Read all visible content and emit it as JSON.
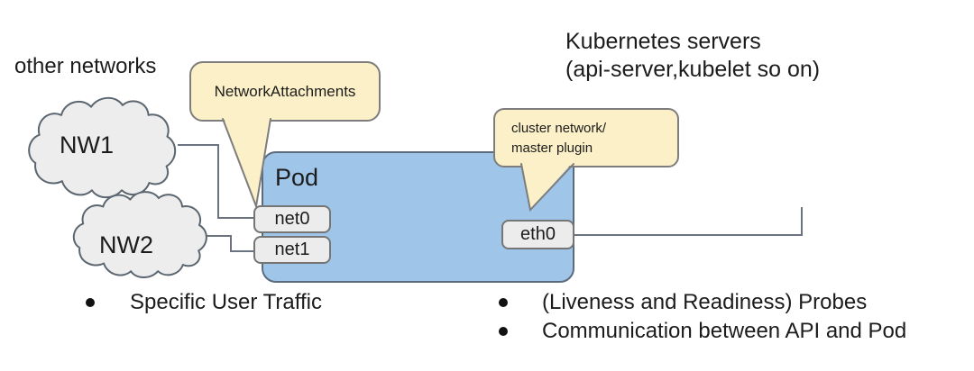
{
  "header": {
    "other_networks": "other networks",
    "kubernetes_servers": [
      "Kubernetes servers",
      "(api-server,kubelet so on)"
    ]
  },
  "clouds": [
    {
      "label": "NW1"
    },
    {
      "label": "NW2"
    }
  ],
  "pod": {
    "label": "Pod",
    "interfaces": [
      {
        "label": "net0"
      },
      {
        "label": "net1"
      },
      {
        "label": "eth0"
      }
    ]
  },
  "callouts": [
    {
      "text": "NetworkAttachments",
      "points_to": "net0"
    },
    {
      "lines": [
        "cluster network/",
        "master plugin"
      ],
      "points_to": "eth0"
    }
  ],
  "bullets": {
    "left": [
      "Specific User Traffic"
    ],
    "right": [
      "(Liveness and Readiness) Probes",
      "Communication between API and Pod"
    ]
  },
  "colors": {
    "pod_fill": "#9fc5e8",
    "pod_border": "#5c6b7c",
    "iface_fill": "#ececec",
    "iface_border": "#757575",
    "callout_fill": "#fbf0c7",
    "callout_border": "#7d7d7d",
    "cloud_fill": "#ededed",
    "cloud_border": "#5c6670",
    "connector_line": "#6b7280",
    "text": "#1c1c1c"
  }
}
